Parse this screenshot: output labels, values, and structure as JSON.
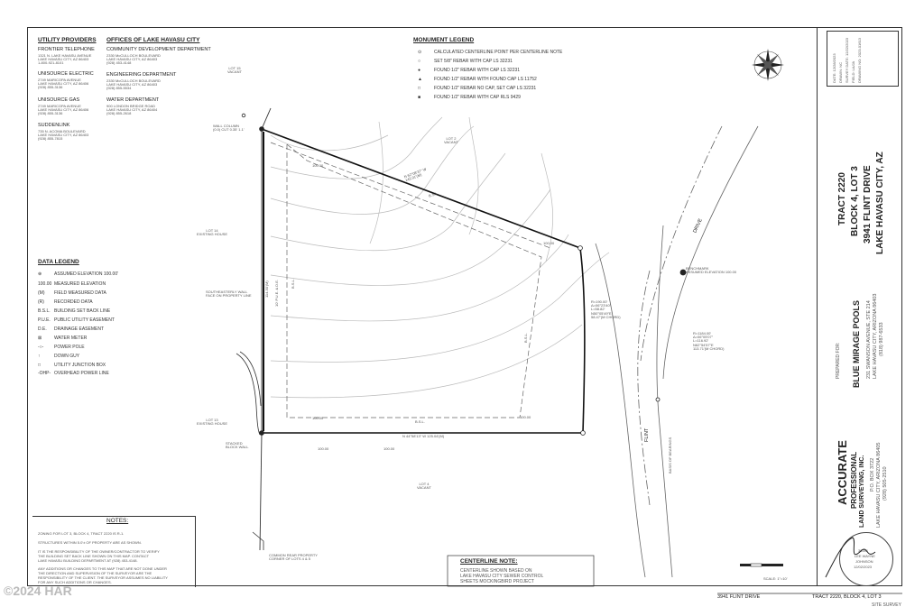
{
  "utility": {
    "heading": "UTILITY PROVIDERS",
    "items": [
      {
        "name": "FRONTIER TELEPHONE",
        "lines": [
          "1321 N. LAKE HAVASU AVENUE",
          "LAKE HAVASU CITY, AZ 86403",
          "1-800-921-8101"
        ]
      },
      {
        "name": "UNISOURCE ELECTRIC",
        "lines": [
          "2749 MARICOPA AVENUE",
          "LAKE HAVASU CITY, AZ 86406",
          "(928) 855-3136"
        ]
      },
      {
        "name": "UNISOURCE GAS",
        "lines": [
          "2749 MARICOPA AVENUE",
          "LAKE HAVASU CITY, AZ 86406",
          "(928) 855-3136"
        ]
      },
      {
        "name": "SUDDENLINK",
        "lines": [
          "735 N. ACOMA BOULEVARD",
          "LAKE HAVASU CITY, AZ 86403",
          "(928) 855-7815"
        ]
      }
    ]
  },
  "offices": {
    "heading": "OFFICES OF LAKE HAVASU CITY",
    "items": [
      {
        "name": "COMMUNITY DEVELOPMENT DEPARTMENT",
        "lines": [
          "2330 McCULLOCH BOULEVARD",
          "LAKE HAVASU CITY, AZ 86403",
          "(928) 453-4148"
        ]
      },
      {
        "name": "ENGINEERING DEPARTMENT",
        "lines": [
          "2330 McCULLOCH BOULEVARD",
          "LAKE HAVASU CITY, AZ 86403",
          "(928) 855-5534"
        ]
      },
      {
        "name": "WATER DEPARTMENT",
        "lines": [
          "900 LONDON BRIDGE ROAD",
          "LAKE HAVASU CITY, AZ 86404",
          "(928) 855-2618"
        ]
      }
    ]
  },
  "data_legend": {
    "heading": "DATA LEGEND",
    "items": [
      {
        "sym": "⊕",
        "label": "ASSUMED ELEVATION 100.00'"
      },
      {
        "sym": "100.00",
        "label": "MEASURED ELEVATION"
      },
      {
        "sym": "(M)",
        "label": "FIELD MEASURED DATA"
      },
      {
        "sym": "(R)",
        "label": "RECORDED DATA"
      },
      {
        "sym": "B.S.L.",
        "label": "BUILDING SET BACK LINE"
      },
      {
        "sym": "P.U.E.",
        "label": "PUBLIC UTILITY EASEMENT"
      },
      {
        "sym": "D.E.",
        "label": "DRAINAGE EASEMENT"
      },
      {
        "sym": "⊠",
        "label": "WATER METER"
      },
      {
        "sym": "-○-",
        "label": "POWER POLE"
      },
      {
        "sym": "↑",
        "label": "DOWN GUY"
      },
      {
        "sym": "□",
        "label": "UTILITY JUNCTION BOX"
      },
      {
        "sym": "-OHP-",
        "label": "OVERHEAD POWER LINE"
      }
    ]
  },
  "monument_legend": {
    "heading": "MONUMENT LEGEND",
    "items": [
      {
        "sym": "⊙",
        "label": "CALCULATED CENTERLINE POINT PER CENTERLINE NOTE"
      },
      {
        "sym": "○",
        "label": "SET 5/8\" REBAR WITH CAP LS 32231"
      },
      {
        "sym": "●",
        "label": "FOUND 1/2\" REBAR WITH CAP LS 32231"
      },
      {
        "sym": "▲",
        "label": "FOUND 1/2\" REBAR WITH FOUND CAP LS 11752"
      },
      {
        "sym": "□",
        "label": "FOUND 1/2\" REBAR NO CAP, SET CAP LS 32231"
      },
      {
        "sym": "■",
        "label": "FOUND 1/2\" REBAR WITH CAP RLS 9429"
      }
    ]
  },
  "plan": {
    "lot15": [
      "LOT 15",
      "VACANT"
    ],
    "lot2": [
      "LOT 2",
      "VACANT"
    ],
    "lot14": [
      "LOT 14",
      "EXISTING HOUSE"
    ],
    "lot13": [
      "LOT 13",
      "EXISTING HOUSE"
    ],
    "lot4": [
      "LOT 4",
      "VACANT"
    ],
    "wall_column": [
      "WALL COLUMN",
      "(0.0) CUT 0.35' 1.1'"
    ],
    "southeasterly_wall": [
      "SOUTHEASTERLY WALL",
      "FACE ON PROPERTY LINE"
    ],
    "stacked_wall": [
      "STACKED",
      "BLOCK WALL"
    ],
    "common_wall": [
      "COMMON REAR PROPERTY",
      "CORNER OF LOTS 4 & 5"
    ],
    "benchmark": [
      "BENCHMARK",
      "ASSUMED ELEVATION 100.00"
    ],
    "north_bearing": "N 62°08'37\" W",
    "north_dist": "143.91'(M)",
    "south_bearing": "N 44°58'13\" W",
    "south_dist": "125.04'(M)",
    "west_dist": "114.30'(M)",
    "curve1": [
      "R=190.00'",
      "Δ=06°23'40\"",
      "L=58.82'",
      "N50°05'49\"E",
      "58.47'(M CHORD)"
    ],
    "curve2": [
      "R=1184.00'",
      "Δ=06°05'07\"",
      "L=116.92'",
      "N62°54'57\"E",
      "113.71'(M CHORD)"
    ],
    "street_name": "FLINT",
    "street_name2": "DRIVE",
    "basis": "BASIS OF BEARINGS",
    "bsl": "B.S.L.",
    "pue": "10' P.U.E. & D.E.",
    "elev_labels": [
      "100.00",
      "100.00",
      "100.00",
      "100.00",
      "100.00",
      "100.00"
    ]
  },
  "notes": {
    "heading": "NOTES:",
    "lines": [
      "ZONING FOR LOT 3, BLOCK 4, TRACT 2220 IS R-1.",
      "STRUCTURES WITHIN 5.0'± OF PROPERTY ARE AS SHOWN.",
      "IT IS THE RESPONSIBILITY OF THE OWNER/CONTRACTOR TO VERIFY",
      "THE BUILDING SET BACK LINE SHOWN ON THIS MAP. CONTACT",
      "LAKE HAVASU BUILDING DEPARTMENT AT (928) 453-4148.",
      "ANY ADDITIONS OR CHANGES TO THIS MAP THAT ARE NOT DONE UNDER",
      "THE DIRECTION AND SUPERVISION OF THE SURVEYOR ARE THE",
      "RESPONSIBILITY OF THE CLIENT. THE SURVEYOR ASSUMES NO LIABILITY",
      "FOR ANY SUCH ADDITIONS OR CHANGES."
    ]
  },
  "centerline": {
    "heading": "CENTERLINE NOTE:",
    "lines": [
      "CENTERLINE SHOWN BASED ON",
      "LAKE HAVASU CITY SEWER CONTROL",
      "SHEETS MOCKINGBIRD PROJECT"
    ]
  },
  "scale_label": "SCALE: 1\"=10'",
  "title": {
    "tract": "TRACT 2220",
    "block": "BLOCK 4, LOT 3",
    "address": "3941 FLINT DRIVE",
    "city": "LAKE HAVASU CITY, AZ"
  },
  "client": {
    "prepared_for": "PREPARED FOR:",
    "name": "BLUE MIRAGE POOLS",
    "lines": [
      "231 SWANSON AVENUE, STE 214",
      "LAKE HAVASU CITY, ARIZONA 86403",
      "(818) 987-6533"
    ]
  },
  "surveyor": {
    "name": "ACCURATE",
    "sub1": "PROFESSIONAL",
    "sub2": "LAND SURVEYING, INC.",
    "lines": [
      "P.O. BOX 3722",
      "LAKE HAVASU CITY, ARIZONA 86405",
      "(928) 505-2510"
    ]
  },
  "info_box": [
    "DATE: 12/28/2023",
    "DRAWN: NC",
    "SURVEY DATE: 12/22/2023",
    "FIELD: LA/JA",
    "DRAWING NO: 2023-01613"
  ],
  "seal": [
    "30391",
    "LEE WAYNE",
    "JOHNSON",
    "12/02/2023"
  ],
  "footer": {
    "address": "3941 FLINT DRIVE",
    "tract": "TRACT 2220, BLOCK 4, LOT 3",
    "sub": "SITE SURVEY"
  },
  "watermark": "©2024 HAR"
}
